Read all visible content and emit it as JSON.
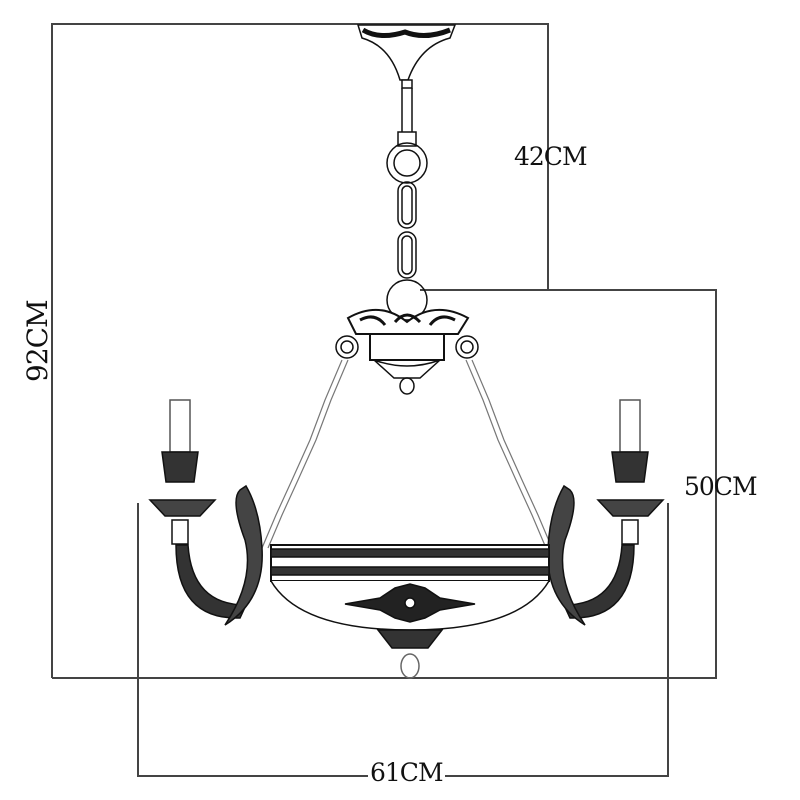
{
  "diagram": {
    "type": "technical-dimension-drawing",
    "subject": "chandelier",
    "colors": {
      "line": "#111111",
      "dimension_line": "#444444",
      "background": "#ffffff"
    },
    "dimensions": {
      "chain_length": {
        "label": "42CM",
        "value": 42,
        "unit": "CM"
      },
      "body_height": {
        "label": "50CM",
        "value": 50,
        "unit": "CM"
      },
      "total_height": {
        "label": "92CM",
        "value": 92,
        "unit": "CM"
      },
      "width": {
        "label": "61CM",
        "value": 61,
        "unit": "CM"
      }
    },
    "components": [
      "ceiling-canopy",
      "chain",
      "crown",
      "suspension-chains",
      "candle-arms",
      "bowl",
      "finial"
    ]
  }
}
